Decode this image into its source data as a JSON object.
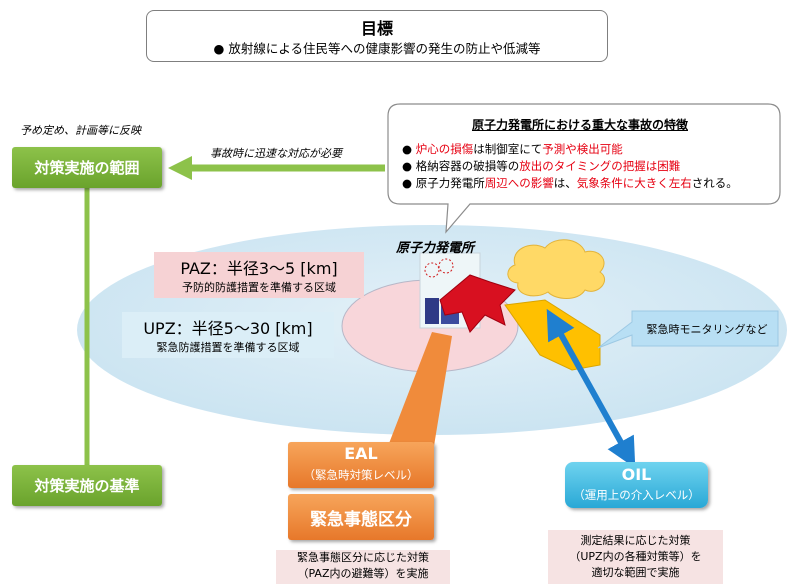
{
  "goal": {
    "title": "目標",
    "text": "● 放射線による住民等への健康影響の発生の防止や低減等"
  },
  "left": {
    "reflect_note": "予め定め、計画等に反映",
    "quick_note": "事故時に迅速な対応が必要",
    "scope_label": "対策実施の範囲",
    "criteria_label": "対策実施の基準"
  },
  "features": {
    "title": "原子力発電所における重大な事故の特徴",
    "items": [
      {
        "bullet": "●",
        "parts": [
          {
            "text": "炉心の損傷",
            "red": true
          },
          {
            "text": "は制御室にて",
            "red": false
          },
          {
            "text": "予測や検出可能",
            "red": true
          }
        ]
      },
      {
        "bullet": "●",
        "parts": [
          {
            "text": "格納容器の破損等の",
            "red": false
          },
          {
            "text": "放出のタイミングの把握は困難",
            "red": true
          }
        ]
      },
      {
        "bullet": "●",
        "parts": [
          {
            "text": "原子力発電所",
            "red": false
          },
          {
            "text": "周辺への影響",
            "red": true
          },
          {
            "text": "は、",
            "red": false
          },
          {
            "text": "気象条件に大きく左右",
            "red": true
          },
          {
            "text": "される。",
            "red": false
          }
        ]
      }
    ]
  },
  "plant_label": "原子力発電所",
  "paz": {
    "title": "PAZ：半径3～5 [km]",
    "sub": "予防的防護措置を準備する区域"
  },
  "upz": {
    "title": "UPZ：半径5～30 [km]",
    "sub": "緊急防護措置を準備する区域"
  },
  "monitoring_label": "緊急時モニタリングなど",
  "eal": {
    "title": "EAL",
    "sub": "（緊急時対策レベル）"
  },
  "emergency_class": "緊急事態区分",
  "oil": {
    "title": "OIL",
    "sub": "（運用上の介入レベル）"
  },
  "eal_note": [
    "緊急事態区分に応じた対策",
    "（PAZ内の避難等）を実施"
  ],
  "oil_note": [
    "測定結果に応じた対策",
    "（UPZ内の各種対策等）を",
    "適切な範囲で実施"
  ],
  "colors": {
    "green": "#7ab33c",
    "orange": "#f08b3b",
    "blue": "#2b8fd6",
    "red": "#e60012"
  }
}
